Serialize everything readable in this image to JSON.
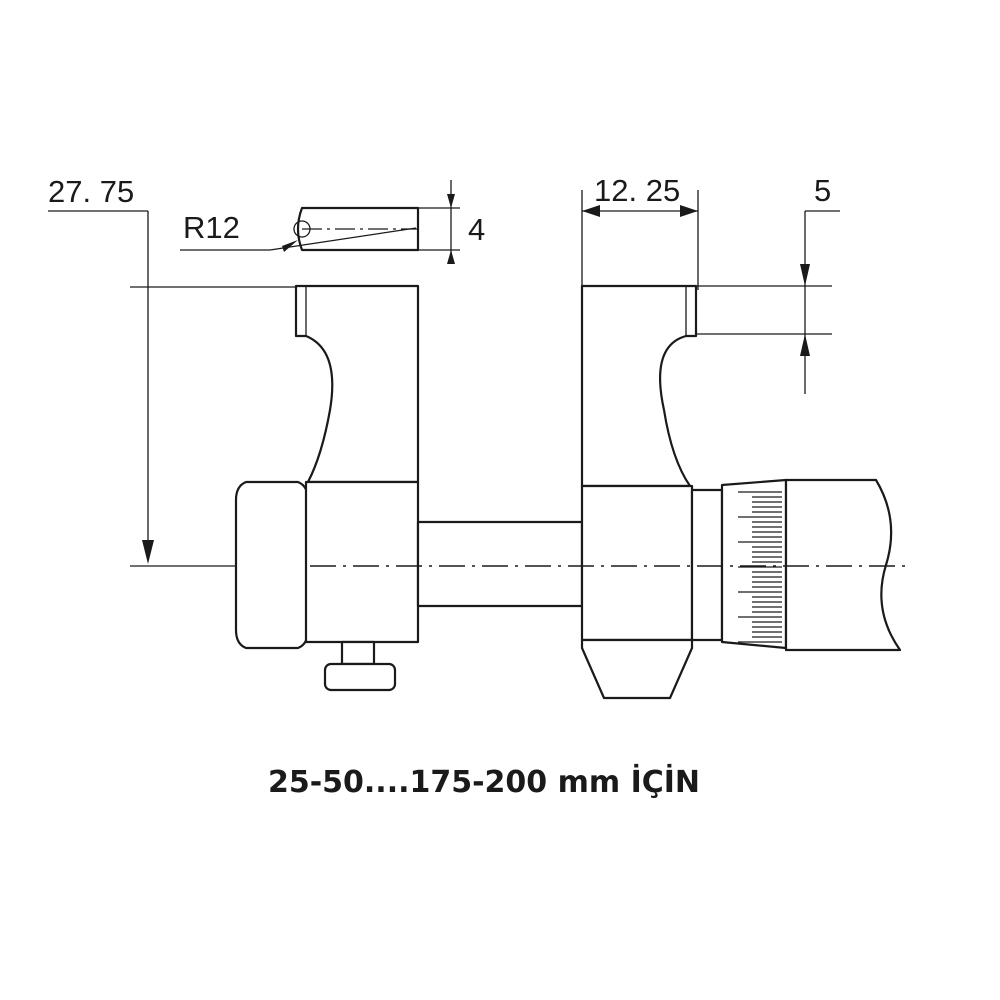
{
  "dimensions": {
    "left_width": "27. 75",
    "radius": "R12",
    "tip_height": "4",
    "right_width": "12. 25",
    "jaw_height": "5"
  },
  "caption": "25-50....175-200 mm İÇİN"
}
